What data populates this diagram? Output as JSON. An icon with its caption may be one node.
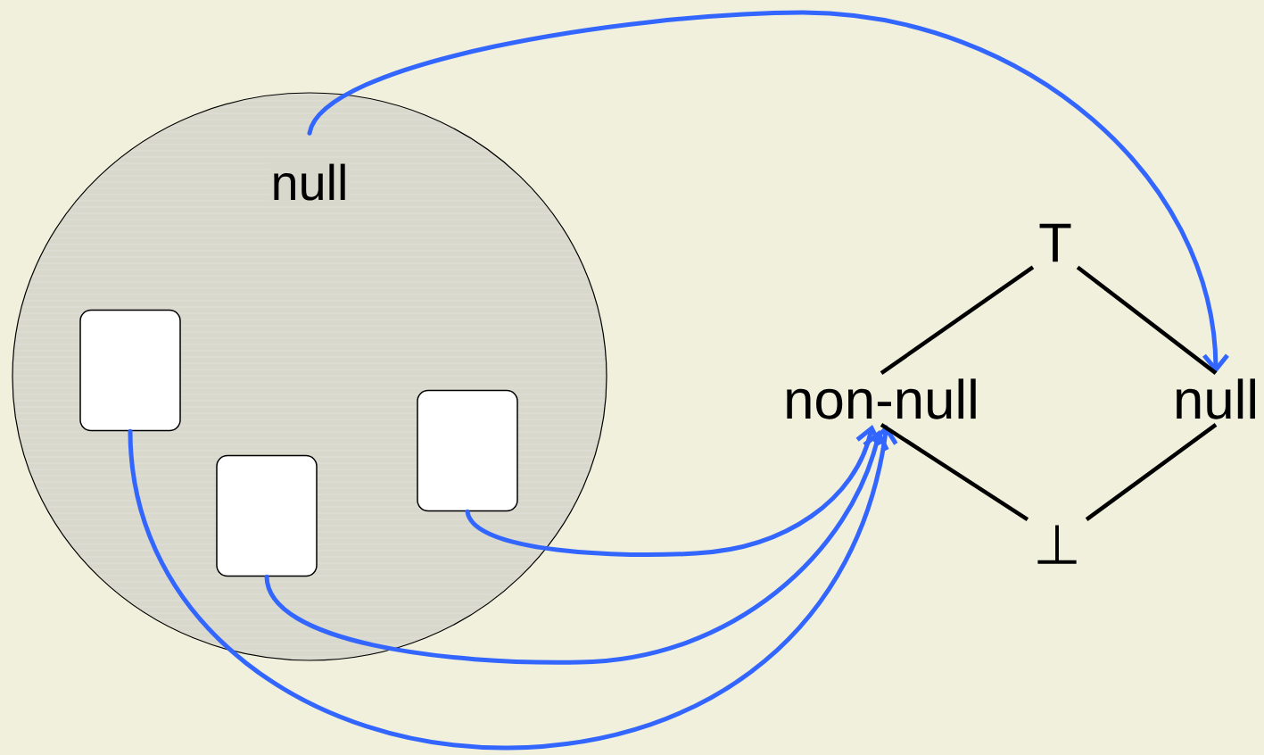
{
  "diagram": {
    "nodes": [
      {
        "text": [
          "null"
        ]
      },
      {
        "text": [],
        "shape": "box",
        "in": 0
      },
      {
        "text": [],
        "shape": "box",
        "in": 0
      },
      {
        "text": [],
        "shape": "box",
        "in": 0
      },
      {
        "text": [
          "T"
        ]
      },
      {
        "text": [
          "non-null"
        ]
      },
      {
        "text": [
          "null"
        ]
      },
      {
        "text": [
          "⊥"
        ]
      }
    ],
    "edges": [
      {
        "from": 0,
        "to": 6,
        "arrow": "to",
        "color": "#3366ff"
      },
      {
        "from": 1,
        "to": 5,
        "arrow": "to",
        "color": "#3366ff"
      },
      {
        "from": 2,
        "to": 5,
        "arrow": "to",
        "color": "#3366ff"
      },
      {
        "from": 3,
        "to": 5,
        "arrow": "to",
        "color": "#3366ff"
      },
      {
        "from": 4,
        "to": 5,
        "arrow": "none",
        "color": "#000000"
      },
      {
        "from": 4,
        "to": 6,
        "arrow": "none",
        "color": "#000000"
      },
      {
        "from": 5,
        "to": 7,
        "arrow": "none",
        "color": "#000000"
      },
      {
        "from": 6,
        "to": 7,
        "arrow": "none",
        "color": "#000000"
      }
    ]
  }
}
